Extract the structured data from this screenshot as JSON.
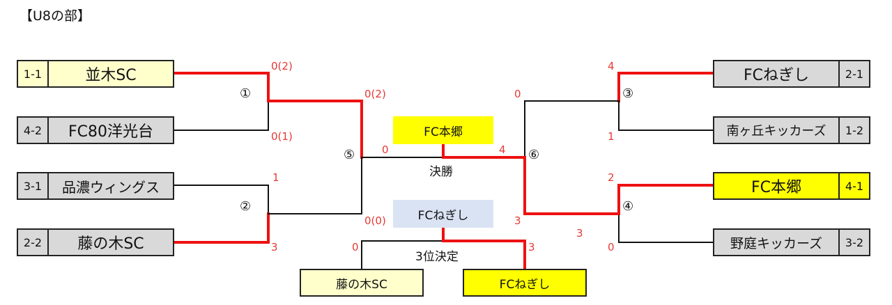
{
  "title": "【U8の部】",
  "colors": {
    "win_line": "#ee1111",
    "lose_line": "#111111",
    "highlight": "#ffff00",
    "pale_yellow": "#ffffcc",
    "grey": "#d9d9d9",
    "pale_blue": "#dae3f3"
  },
  "left_teams": [
    {
      "record": "1-1",
      "name": "並木SC"
    },
    {
      "record": "4-2",
      "name": "FC80洋光台"
    },
    {
      "record": "3-1",
      "name": "品濃ウィングス"
    },
    {
      "record": "2-2",
      "name": "藤の木SC"
    }
  ],
  "right_teams": [
    {
      "record": "2-1",
      "name": "FCねぎし"
    },
    {
      "record": "1-2",
      "name": "南ヶ丘キッカーズ"
    },
    {
      "record": "4-1",
      "name": "FC本郷"
    },
    {
      "record": "3-2",
      "name": "野庭キッカーズ"
    }
  ],
  "match_numbers": [
    "①",
    "②",
    "③",
    "④",
    "⑤",
    "⑥"
  ],
  "scores": {
    "m1_top": "0(2)",
    "m1_bottom": "0(1)",
    "m2_top": "1",
    "m2_bottom": "3",
    "m3_top": "4",
    "m3_bottom": "1",
    "m4_top": "2",
    "m4_bottom": "0",
    "m4_extra": "3",
    "m5_top": "0(2)",
    "m5_bottom": "0(0)",
    "m6_top": "0",
    "m6_bottom": "3",
    "final_left": "0",
    "final_right": "4",
    "third_left": "0",
    "third_right": "3"
  },
  "final": {
    "label": "決勝",
    "winner": "FC本郷"
  },
  "third_place": {
    "label": "3位決定",
    "winner": "FCねぎし",
    "left_team": "藤の木SC",
    "right_team": "FCねぎし"
  }
}
